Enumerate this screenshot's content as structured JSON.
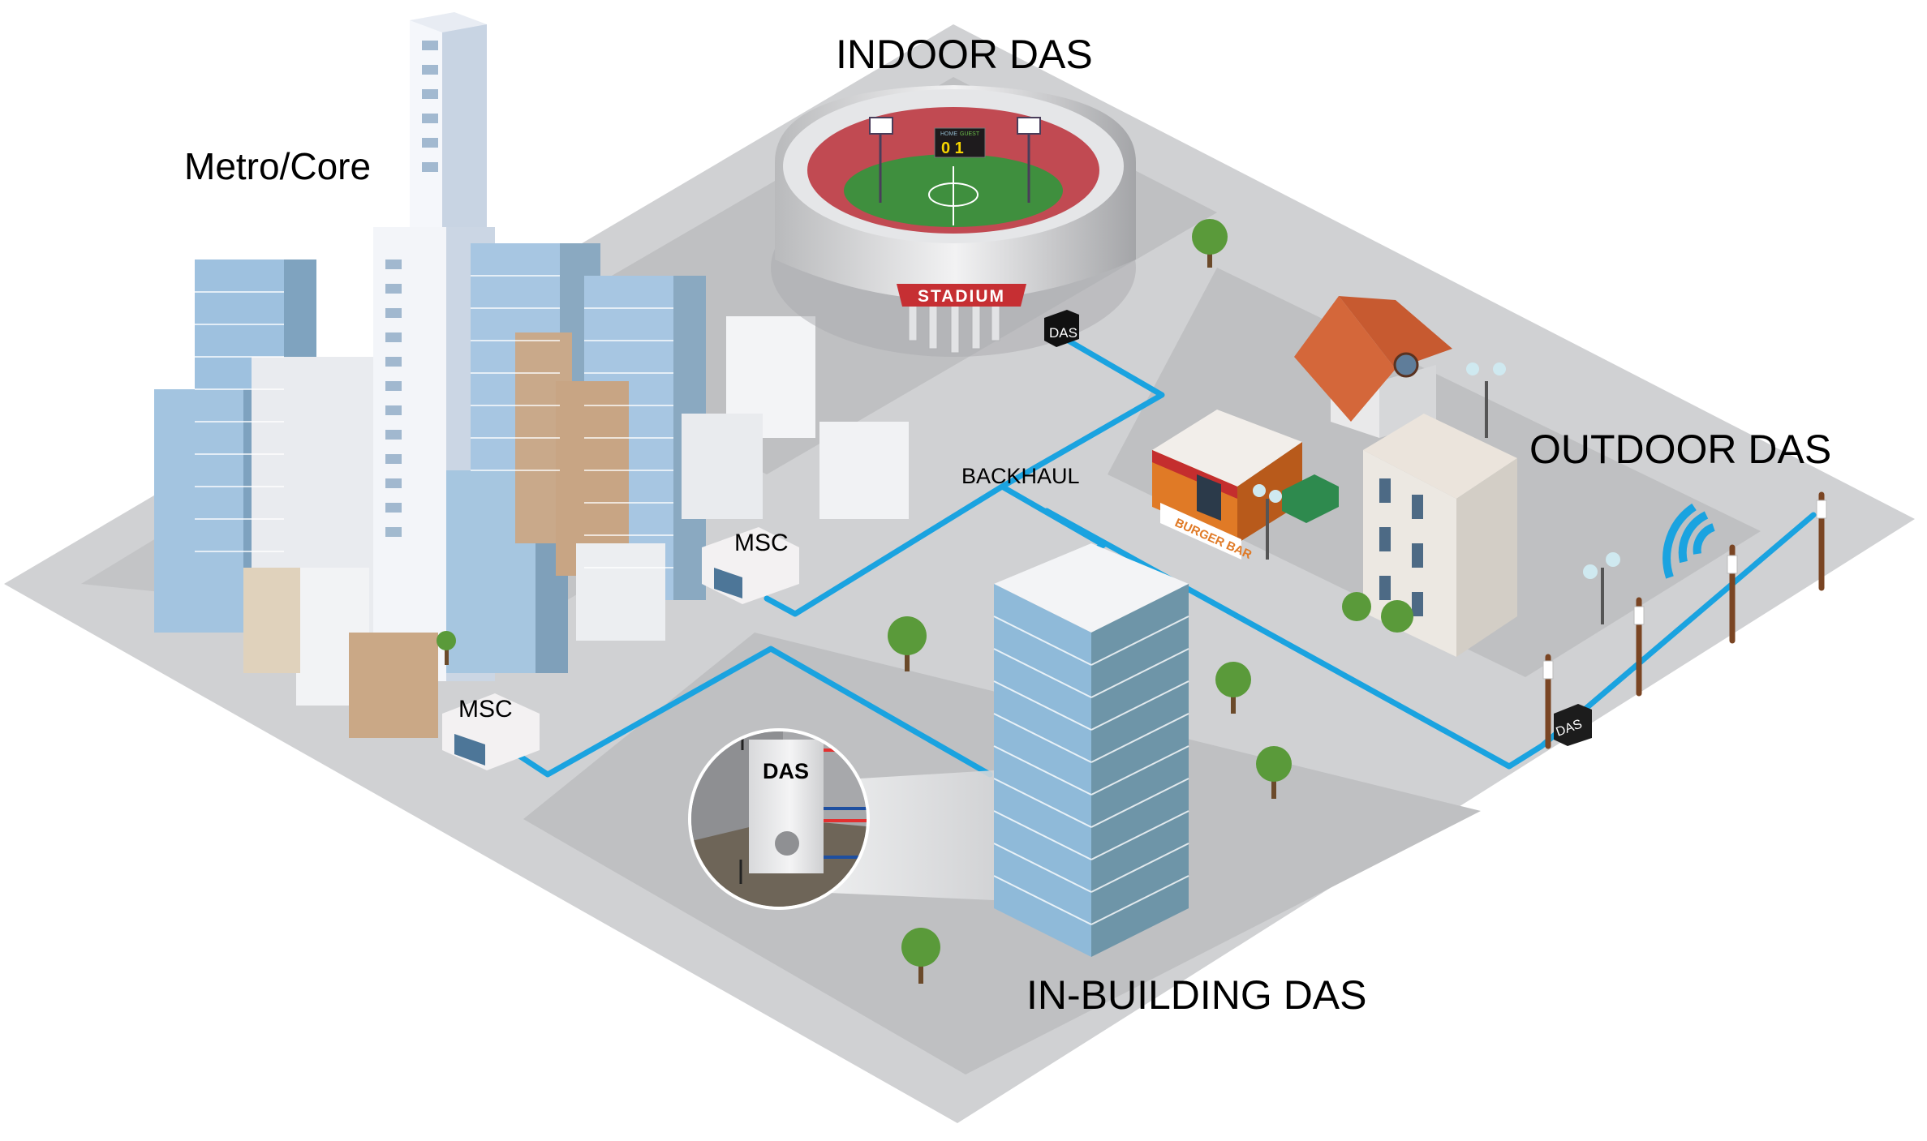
{
  "diagram": {
    "sections": {
      "metro_core": "Metro/Core",
      "indoor_das": "INDOOR DAS",
      "outdoor_das": "OUTDOOR DAS",
      "in_building_das": "IN-BUILDING DAS",
      "backhaul": "BACKHAUL"
    },
    "nodes": {
      "msc_upper": "MSC",
      "msc_lower": "MSC",
      "das_stadium": "DAS",
      "das_outdoor": "DAS",
      "das_in_building": "DAS"
    },
    "signs": {
      "stadium": "STADIUM",
      "burger_bar": "BURGER BAR",
      "scoreboard_home": "HOME",
      "scoreboard_guest": "GUEST",
      "scoreboard_score": "0 1"
    },
    "colors": {
      "backhaul_line": "#1aa3e0",
      "ground_light": "#d0d1d3",
      "ground_dark": "#bebfc1",
      "glass_light": "#8ebad9",
      "glass_dark": "#6d94a6",
      "tree": "#5a9a3a",
      "stadium_red": "#c62f33",
      "burger_orange": "#e07a26",
      "pole_brown": "#7a4523"
    }
  }
}
